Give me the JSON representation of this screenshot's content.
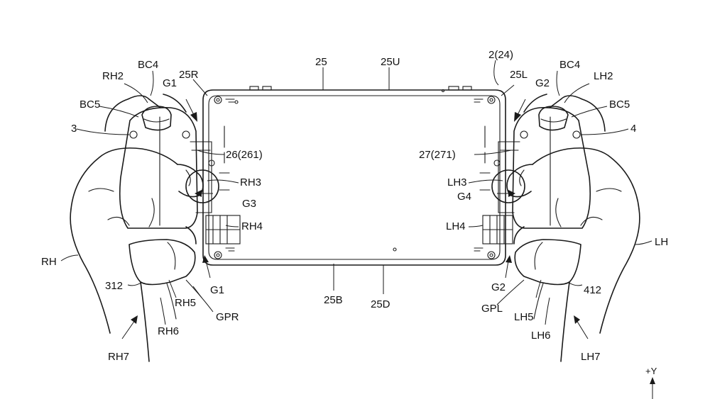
{
  "labels": {
    "l2_24": "2(24)",
    "l25": "25",
    "l25U": "25U",
    "l25R": "25R",
    "l25L": "25L",
    "l25B": "25B",
    "l25D": "25D",
    "rh2": "RH2",
    "bc4_left": "BC4",
    "g1_top": "G1",
    "bc5_left": "BC5",
    "l3": "3",
    "l26": "26(261)",
    "rh3": "RH3",
    "g3": "G3",
    "rh4": "RH4",
    "rh": "RH",
    "l312": "312",
    "g1_bottom": "G1",
    "rh5": "RH5",
    "gpr": "GPR",
    "rh6": "RH6",
    "rh7": "RH7",
    "g2_top": "G2",
    "bc4_right": "BC4",
    "lh2": "LH2",
    "bc5_right": "BC5",
    "l4": "4",
    "l27": "27(271)",
    "lh3": "LH3",
    "g4": "G4",
    "lh4": "LH4",
    "lh": "LH",
    "l412": "412",
    "g2_bottom": "G2",
    "gpl": "GPL",
    "lh5": "LH5",
    "lh6": "LH6",
    "lh7": "LH7",
    "axis_y": "+Y"
  }
}
